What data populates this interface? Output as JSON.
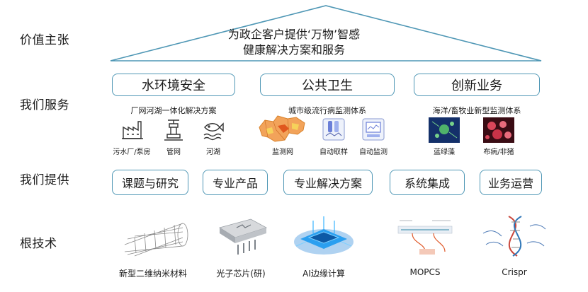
{
  "rows": {
    "value": "价值主张",
    "services": "我们服务",
    "provide": "我们提供",
    "tech": "根技术"
  },
  "roof": {
    "line1": "为政企客户提供‘万物’智感",
    "line2": "健康解决方案和服务"
  },
  "services": [
    {
      "title": "水环境安全",
      "subtitle": "厂网河湖一体化解决方案",
      "items": [
        {
          "label": "污水厂/泵房",
          "icon": "factory-icon"
        },
        {
          "label": "管网",
          "icon": "pipe-icon"
        },
        {
          "label": "河湖",
          "icon": "fish-icon"
        }
      ]
    },
    {
      "title": "公共卫生",
      "subtitle": "城市级流行病监测体系",
      "items": [
        {
          "label": "监测网",
          "icon": "map-icon"
        },
        {
          "label": "自动取样",
          "icon": "sampler-icon"
        },
        {
          "label": "自动监测",
          "icon": "monitor-icon"
        }
      ]
    },
    {
      "title": "创新业务",
      "subtitle": "海洋/畜牧业新型监测体系",
      "items": [
        {
          "label": "蓝绿藻",
          "icon": "algae-image"
        },
        {
          "label": "布病/非猪",
          "icon": "virus-image"
        }
      ]
    }
  ],
  "offerings": [
    "课题与研究",
    "专业产品",
    "专业解决方案",
    "系统集成",
    "业务运营"
  ],
  "technologies": [
    {
      "label": "新型二维纳米材料",
      "icon": "nanotube-icon"
    },
    {
      "label": "光子芯片(研)",
      "icon": "chip-icon"
    },
    {
      "label": "AI边缘计算",
      "icon": "ai-chip-icon"
    },
    {
      "label": "MOPCS",
      "icon": "mopcs-diagram-icon"
    },
    {
      "label": "Crispr",
      "icon": "dna-icon"
    }
  ],
  "colors": {
    "border": "#4f97b5",
    "accent": "#e05a2a"
  }
}
